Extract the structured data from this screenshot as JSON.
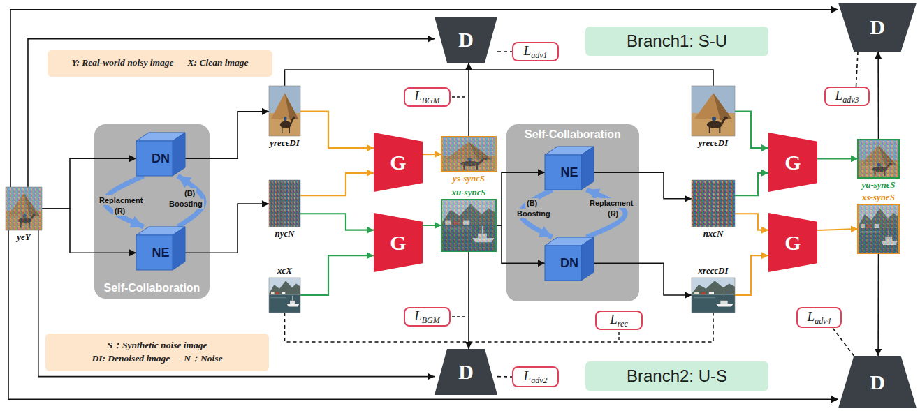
{
  "diagram": {
    "nodes": [
      {
        "text": [
          "Self-Collaboration"
        ]
      },
      {
        "text": [
          "DN"
        ],
        "in": 0
      },
      {
        "text": [
          "NE"
        ],
        "in": 0
      },
      {
        "text": [
          "yϵY"
        ]
      },
      {
        "text": [
          "yrecϵDI"
        ]
      },
      {
        "text": [
          "nyϵN"
        ]
      },
      {
        "text": [
          "xϵX"
        ]
      },
      {
        "text": [
          "G"
        ]
      },
      {
        "text": [
          "G"
        ]
      },
      {
        "text": [
          "ys-synϵS"
        ]
      },
      {
        "text": [
          "xu-synϵS"
        ]
      },
      {
        "text": [
          "Self-Collaboration"
        ]
      },
      {
        "text": [
          "NE"
        ],
        "in": 11
      },
      {
        "text": [
          "DN"
        ],
        "in": 11
      },
      {
        "text": [
          "yrecϵDI"
        ]
      },
      {
        "text": [
          "nxϵN"
        ]
      },
      {
        "text": [
          "xrecϵDI"
        ]
      },
      {
        "text": [
          "G"
        ]
      },
      {
        "text": [
          "G"
        ]
      },
      {
        "text": [
          "yu-synϵS"
        ]
      },
      {
        "text": [
          "xs-synϵS"
        ]
      },
      {
        "text": [
          "D"
        ]
      },
      {
        "text": [
          "D"
        ]
      },
      {
        "text": [
          "D"
        ]
      },
      {
        "text": [
          "D"
        ]
      },
      {
        "text": [
          "L",
          "adv1"
        ]
      },
      {
        "text": [
          "L",
          "BGM"
        ]
      },
      {
        "text": [
          "L",
          "BGM"
        ]
      },
      {
        "text": [
          "L",
          "rec"
        ]
      },
      {
        "text": [
          "L",
          "adv2"
        ]
      },
      {
        "text": [
          "L",
          "adv3"
        ]
      },
      {
        "text": [
          "L",
          "adv4"
        ]
      },
      {
        "text": [
          "Branch1: S-U"
        ]
      },
      {
        "text": [
          "Branch2: U-S"
        ]
      },
      {
        "text": [
          "Y: Real-world noisy image",
          "X: Clean image"
        ]
      },
      {
        "text": [
          "S：Synthetic noise image",
          "DI: Denoised image",
          "N：Noise"
        ]
      }
    ],
    "edges": [
      {
        "from": 3,
        "to": 1,
        "arrow": "to"
      },
      {
        "from": 3,
        "to": 2,
        "arrow": "to"
      },
      {
        "from": 1,
        "to": 2,
        "arrow": "to"
      },
      {
        "from": 2,
        "to": 1,
        "arrow": "to"
      },
      {
        "from": 1,
        "to": 4,
        "arrow": "to"
      },
      {
        "from": 2,
        "to": 5,
        "arrow": "to"
      },
      {
        "from": 4,
        "to": 7,
        "arrow": "to"
      },
      {
        "from": 5,
        "to": 7,
        "arrow": "to"
      },
      {
        "from": 5,
        "to": 8,
        "arrow": "to"
      },
      {
        "from": 6,
        "to": 8,
        "arrow": "to"
      },
      {
        "from": 7,
        "to": 9,
        "arrow": "to"
      },
      {
        "from": 8,
        "to": 10,
        "arrow": "to"
      },
      {
        "from": 10,
        "to": 12,
        "arrow": "to"
      },
      {
        "from": 10,
        "to": 13,
        "arrow": "to"
      },
      {
        "from": 12,
        "to": 13,
        "arrow": "to"
      },
      {
        "from": 13,
        "to": 12,
        "arrow": "to"
      },
      {
        "from": 12,
        "to": 15,
        "arrow": "to"
      },
      {
        "from": 13,
        "to": 16,
        "arrow": "to"
      },
      {
        "from": 14,
        "to": 17,
        "arrow": "to"
      },
      {
        "from": 15,
        "to": 17,
        "arrow": "to"
      },
      {
        "from": 15,
        "to": 18,
        "arrow": "to"
      },
      {
        "from": 16,
        "to": 18,
        "arrow": "to"
      },
      {
        "from": 17,
        "to": 19,
        "arrow": "to"
      },
      {
        "from": 18,
        "to": 20,
        "arrow": "to"
      },
      {
        "from": 19,
        "to": 23,
        "arrow": "to"
      },
      {
        "from": 20,
        "to": 24,
        "arrow": "to"
      },
      {
        "from": 9,
        "to": 21,
        "arrow": "to"
      },
      {
        "from": 10,
        "to": 22,
        "arrow": "to"
      },
      {
        "from": 3,
        "to": 23,
        "arrow": "to"
      },
      {
        "from": 3,
        "to": 21,
        "arrow": "to"
      },
      {
        "from": 3,
        "to": 22,
        "arrow": "to"
      },
      {
        "from": 3,
        "to": 24,
        "arrow": "to"
      },
      {
        "from": 4,
        "to": 14,
        "arrow": "none"
      },
      {
        "from": 6,
        "to": 16,
        "arrow": "none"
      },
      {
        "from": 21,
        "to": 25,
        "arrow": "none"
      },
      {
        "from": 22,
        "to": 29,
        "arrow": "none"
      },
      {
        "from": 23,
        "to": 30,
        "arrow": "none"
      },
      {
        "from": 24,
        "to": 31,
        "arrow": "none"
      }
    ],
    "labels": [
      "Replacment",
      "(R)",
      "(B)",
      "Boosting",
      "(B)",
      "Boosting",
      "Replacment",
      "(R)"
    ]
  }
}
